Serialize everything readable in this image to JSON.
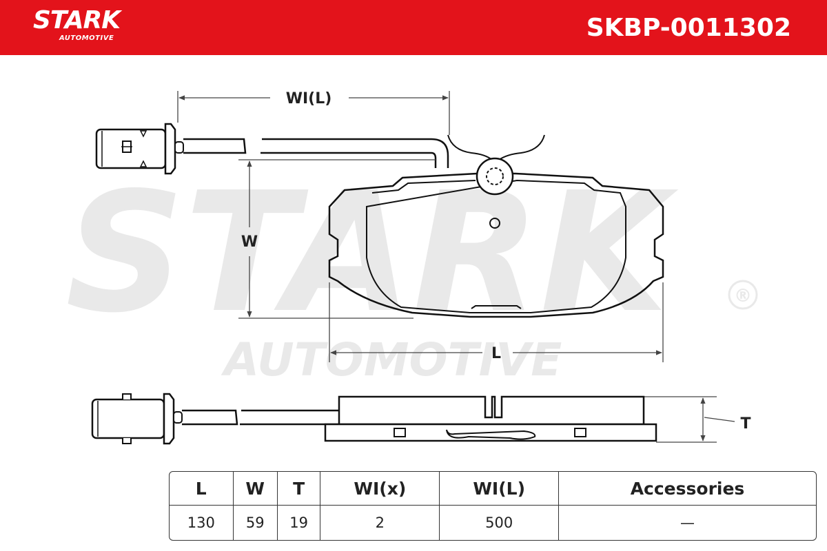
{
  "header": {
    "brand": "STARK",
    "brand_sub": "AUTOMOTIVE",
    "part_number": "SKBP-0011302",
    "accent_color": "#e3131b"
  },
  "watermark": {
    "main": "STARK",
    "sub": "AUTOMOTIVE",
    "registered": "®"
  },
  "dimensions": {
    "wi_l": "WI(L)",
    "w": "W",
    "l": "L",
    "t": "T"
  },
  "specs": {
    "headers": [
      "L",
      "W",
      "T",
      "WI(x)",
      "WI(L)",
      "Accessories"
    ],
    "values": [
      "130",
      "59",
      "19",
      "2",
      "500",
      "—"
    ]
  }
}
